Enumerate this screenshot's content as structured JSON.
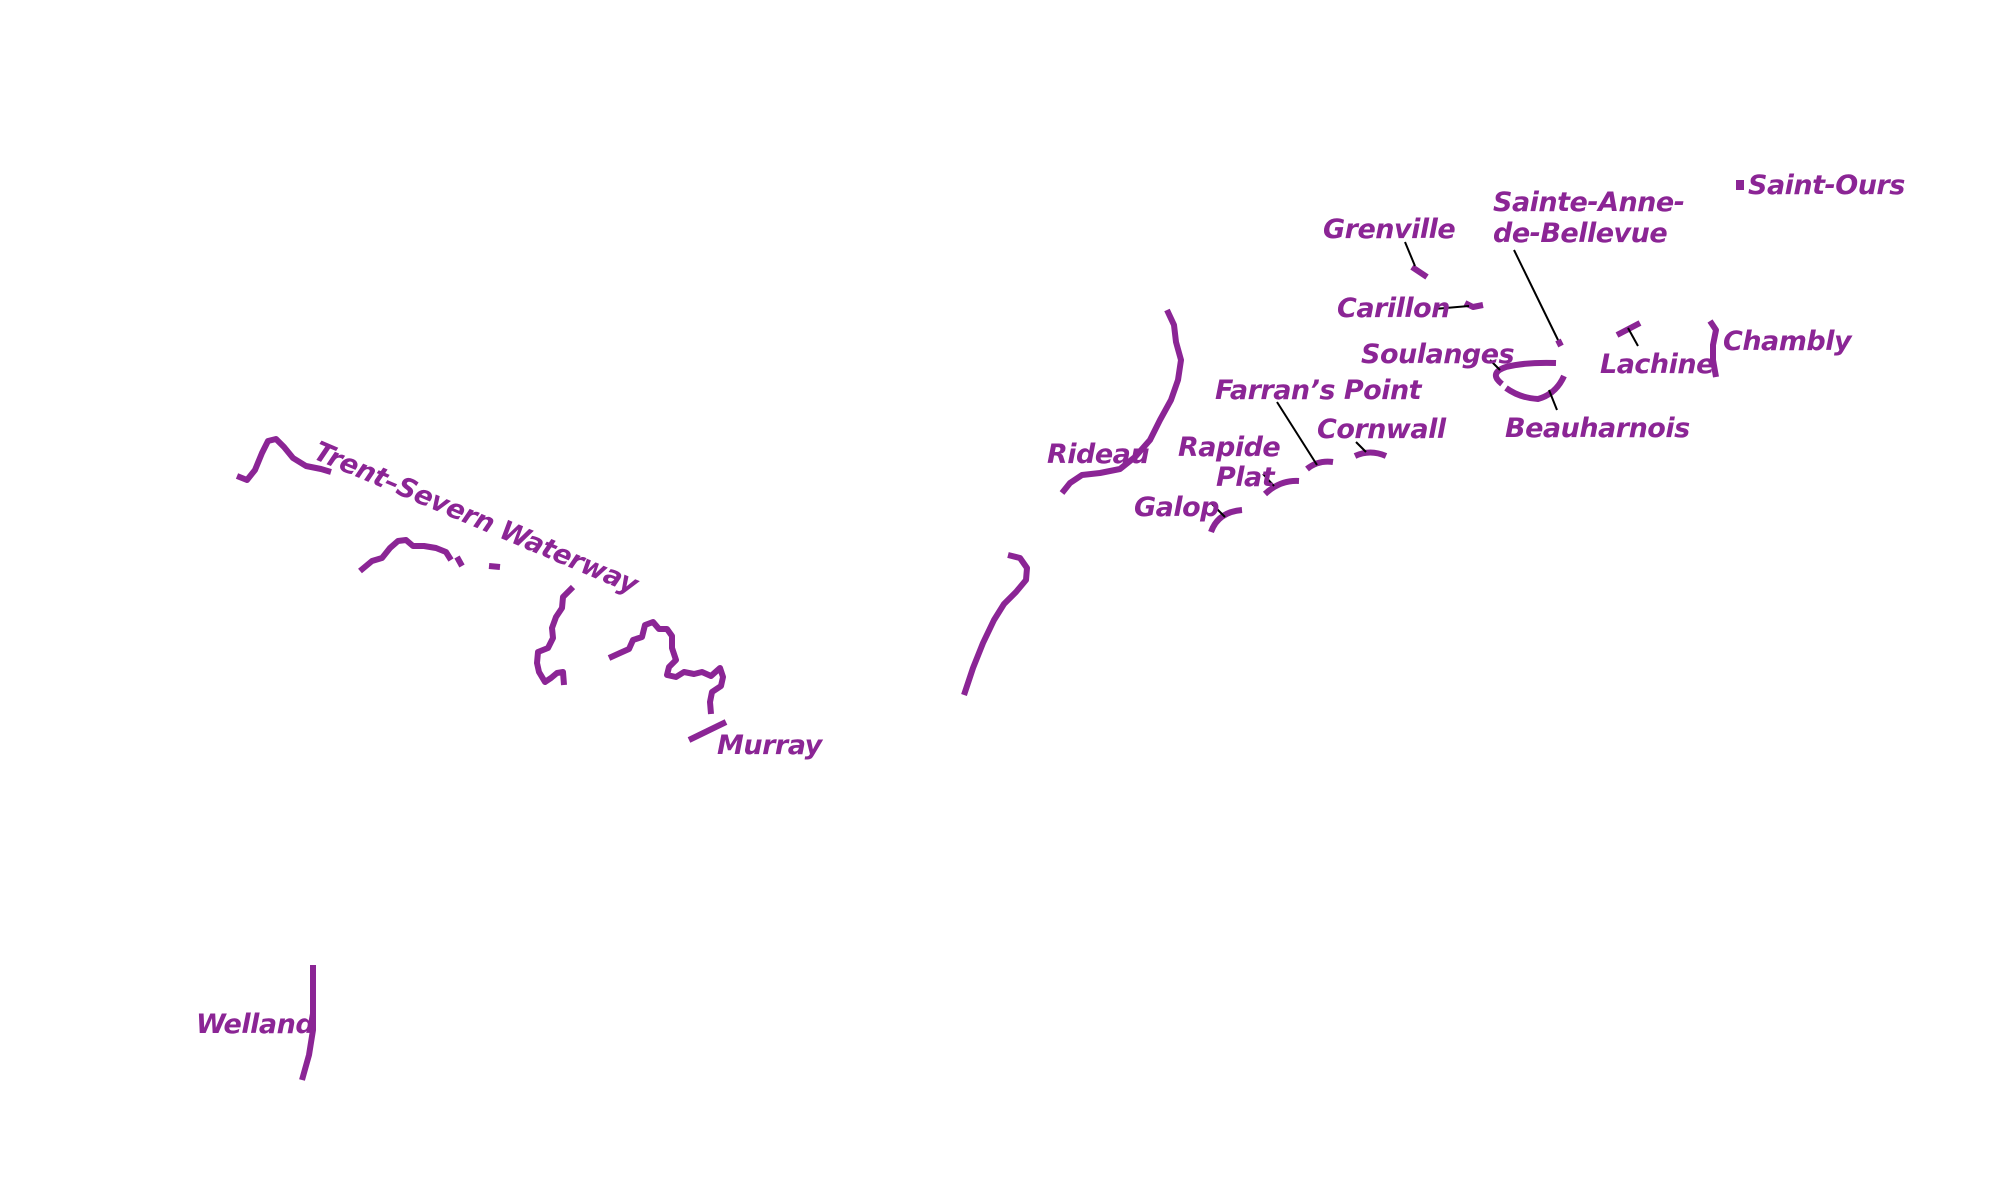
{
  "map": {
    "canal_color": "#8b2595",
    "leader_color": "#000000",
    "labels": {
      "trent_severn": "Trent–Severn Waterway",
      "murray": "Murray",
      "welland": "Welland",
      "rideau": "Rideau",
      "galop": "Galop",
      "rapide_plat_1": "Rapide",
      "rapide_plat_2": "Plat",
      "farrans_point": "Farran’s Point",
      "cornwall": "Cornwall",
      "soulanges": "Soulanges",
      "beauharnois": "Beauharnois",
      "carillon": "Carillon",
      "grenville": "Grenville",
      "sainte_anne_1": "Sainte-Anne-",
      "sainte_anne_2": "de-Bellevue",
      "lachine": "Lachine",
      "chambly": "Chambly",
      "saint_ours": "Saint-Ours"
    }
  }
}
